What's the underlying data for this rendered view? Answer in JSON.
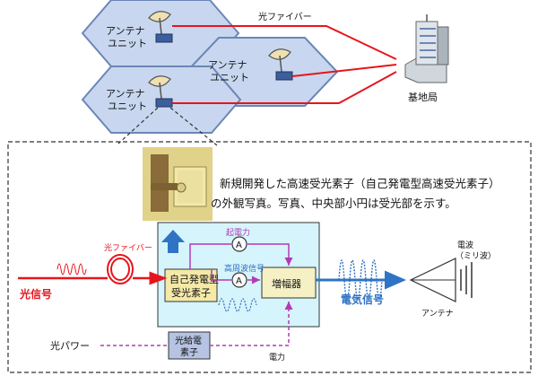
{
  "cells": {
    "top_left": {
      "line1": "アンテナ",
      "line2": "ユニット"
    },
    "middle_right": {
      "line1": "アンテナ",
      "line2": "ユニット"
    },
    "bottom_left": {
      "line1": "アンテナ",
      "line2": "ユニット"
    }
  },
  "fiber_label_top": "光ファイバー",
  "base_station_label": "基地局",
  "photo_caption": {
    "line1": "新規開発した高速受光素子（自己発電型高速受光素子）",
    "line2": "の外観写真。写真、中央部小円は受光部を示す。"
  },
  "optical_signal_label": "光信号",
  "fiber_label_detail": "光ファイバー",
  "self_powered_pd": {
    "line1": "自己発電型",
    "line2": "受光素子"
  },
  "generated_power_label": "起電力",
  "rf_signal_label": "高周波信号",
  "amplifier_label": "増幅器",
  "electric_signal_label": "電気信号",
  "antenna_label": "アンテナ",
  "radio_wave_label": {
    "line1": "電波",
    "line2": "（ミリ波）"
  },
  "optical_power_label": "光パワー",
  "optical_feed_element": {
    "line1": "光給電",
    "line2": "素子"
  },
  "power_label": "電力",
  "ammeter_symbol": "A",
  "colors": {
    "hex_fill": "#c8d7ef",
    "hex_stroke": "#6b86b8",
    "fiber_red": "#e8141c",
    "module_fill": "#d6f4fb",
    "pd_fill": "#f5e9a8",
    "amp_fill": "#f6f1c5",
    "magenta": "#b23ab7",
    "wave_blue": "#2f6fc0",
    "arrow_blue": "#2f74c4",
    "feed_fill": "#b6c3e2"
  }
}
